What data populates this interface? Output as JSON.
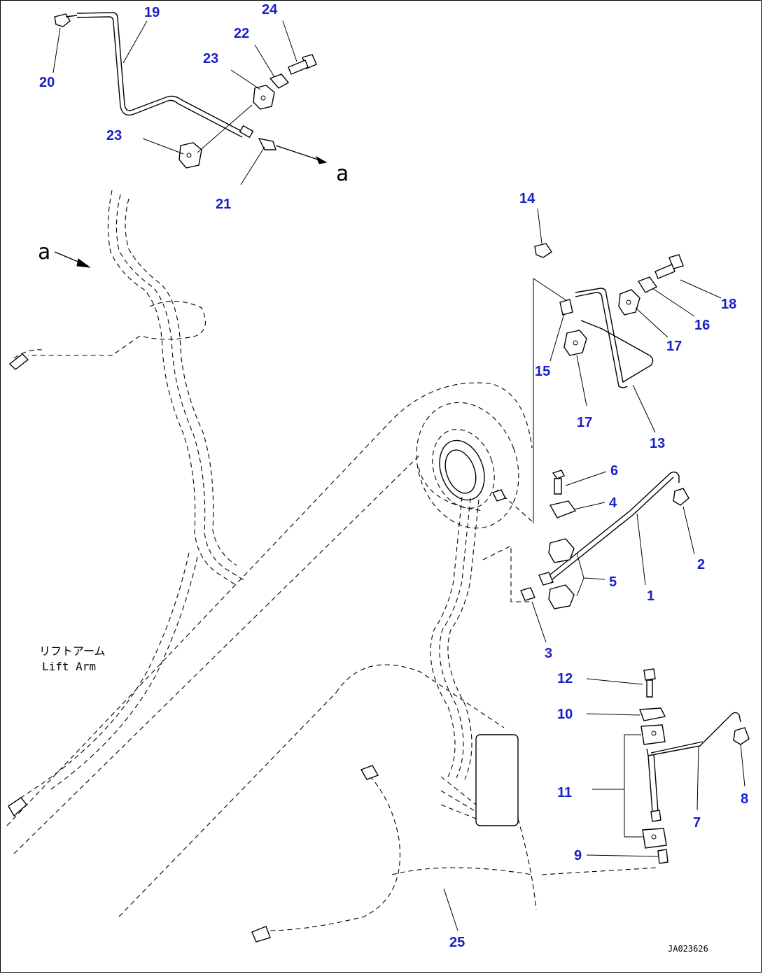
{
  "callouts": [
    {
      "id": "c19",
      "label": "19"
    },
    {
      "id": "c24",
      "label": "24"
    },
    {
      "id": "c22",
      "label": "22"
    },
    {
      "id": "c20",
      "label": "20"
    },
    {
      "id": "c23a",
      "label": "23"
    },
    {
      "id": "c23b",
      "label": "23"
    },
    {
      "id": "c21",
      "label": "21"
    },
    {
      "id": "c14",
      "label": "14"
    },
    {
      "id": "c18",
      "label": "18"
    },
    {
      "id": "c16",
      "label": "16"
    },
    {
      "id": "c17a",
      "label": "17"
    },
    {
      "id": "c15",
      "label": "15"
    },
    {
      "id": "c17b",
      "label": "17"
    },
    {
      "id": "c13",
      "label": "13"
    },
    {
      "id": "c6",
      "label": "6"
    },
    {
      "id": "c4",
      "label": "4"
    },
    {
      "id": "c2",
      "label": "2"
    },
    {
      "id": "c5",
      "label": "5"
    },
    {
      "id": "c1",
      "label": "1"
    },
    {
      "id": "c3",
      "label": "3"
    },
    {
      "id": "c12",
      "label": "12"
    },
    {
      "id": "c10",
      "label": "10"
    },
    {
      "id": "c11",
      "label": "11"
    },
    {
      "id": "c8",
      "label": "8"
    },
    {
      "id": "c7",
      "label": "7"
    },
    {
      "id": "c9",
      "label": "9"
    },
    {
      "id": "c25",
      "label": "25"
    }
  ],
  "reference_marks": {
    "top": "a",
    "left": "a"
  },
  "lift_arm_label": {
    "japanese": "リフトアーム",
    "english": "Lift Arm"
  },
  "drawing_code": "JA023626"
}
